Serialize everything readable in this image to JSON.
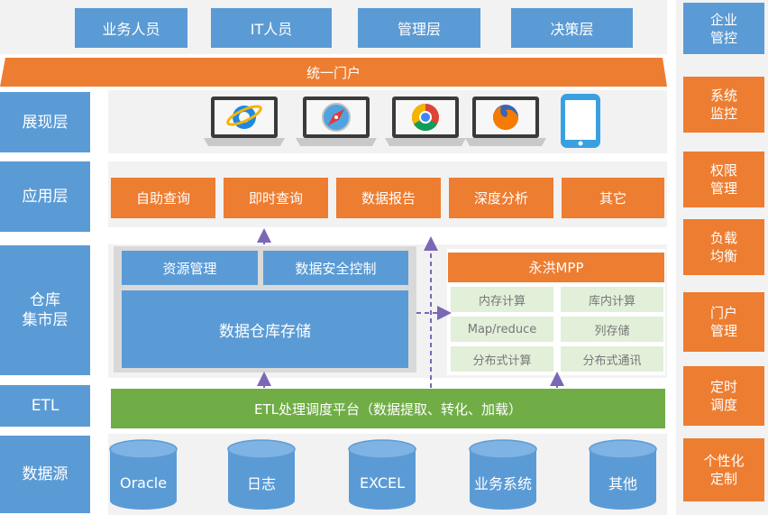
{
  "users": [
    "业务人员",
    "IT人员",
    "管理层",
    "决策层"
  ],
  "portal": "统一门户",
  "layers": {
    "presentation": "展现层",
    "application": "应用层",
    "warehouse": "仓库\n集市层",
    "etl": "ETL",
    "datasource": "数据源"
  },
  "presentation_icons": [
    "ie-laptop-icon",
    "safari-laptop-icon",
    "chrome-laptop-icon",
    "firefox-laptop-icon",
    "tablet-icon"
  ],
  "apps": [
    "自助查询",
    "即时查询",
    "数据报告",
    "深度分析",
    "其它"
  ],
  "warehouse": {
    "resource_mgmt": "资源管理",
    "security": "数据安全控制",
    "storage": "数据仓库存储"
  },
  "mpp": {
    "title": "永洪MPP",
    "cells": [
      "内存计算",
      "库内计算",
      "Map/reduce",
      "列存储",
      "分布式计算",
      "分布式通讯"
    ]
  },
  "etl_platform": "ETL处理调度平台（数据提取、转化、加载）",
  "datasources": [
    "Oracle",
    "日志",
    "EXCEL",
    "业务系统",
    "其他"
  ],
  "side": [
    "企业\n管控",
    "系统\n监控",
    "权限\n管理",
    "负载\n均衡",
    "门户\n管理",
    "定时\n调度",
    "个性化\n定制"
  ],
  "colors": {
    "blue": "#5b9bd5",
    "orange": "#ed7d31",
    "green": "#70ad47",
    "mpp_cell": "#e2efd9",
    "panel": "#f2f2f2",
    "arrow": "#7b68b5"
  }
}
